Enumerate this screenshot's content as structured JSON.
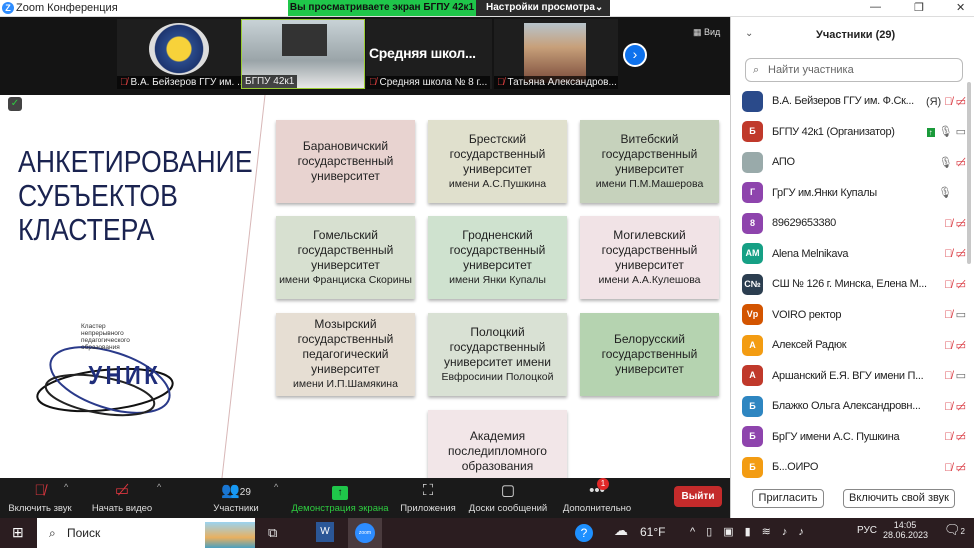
{
  "app": {
    "title": "Zoom Конференция",
    "logo": "Z",
    "viewing_banner": "Вы просматриваете экран БГПУ 42к1",
    "view_settings": "Настройки просмотра",
    "view_label": "Вид"
  },
  "tiles": [
    {
      "name": "В.А. Бейзеров ГГУ им. ..."
    },
    {
      "name": "БГПУ 42к1"
    },
    {
      "name": "Средняя школа № 8 г...",
      "big": "Средняя  школ..."
    },
    {
      "name": "Татьяна Александров..."
    }
  ],
  "slide": {
    "title_lines": [
      "АНКЕТИРОВАНИЕ",
      "СУБЪЕКТОВ",
      "КЛАСТЕРА"
    ],
    "logo_small": [
      "Кластер",
      "непрерывного",
      "педагогического",
      "образования"
    ],
    "logo_word": "УНИК",
    "cards": [
      {
        "lines": [
          "Барановичский",
          "государственный",
          "университет"
        ],
        "sub": "",
        "color": "#e8d3d0"
      },
      {
        "lines": [
          "Брестский",
          "государственный",
          "университет"
        ],
        "sub": "имени А.С.Пушкина",
        "color": "#e0e0cd"
      },
      {
        "lines": [
          "Витебский",
          "государственный",
          "университет"
        ],
        "sub": "имени П.М.Машерова",
        "color": "#c6d2bc"
      },
      {
        "lines": [
          "Гомельский",
          "государственный",
          "университет"
        ],
        "sub": "имени Франциска Скорины",
        "color": "#d7e0d0"
      },
      {
        "lines": [
          "Гродненский",
          "государственный",
          "университет"
        ],
        "sub": "имени Янки Купалы",
        "color": "#cfe2cf"
      },
      {
        "lines": [
          "Могилевский",
          "государственный",
          "университет"
        ],
        "sub": "имени А.А.Кулешова",
        "color": "#f1e3e6"
      },
      {
        "lines": [
          "Мозырский",
          "государственный",
          "педагогический",
          "университет"
        ],
        "sub": "имени И.П.Шамякина",
        "color": "#e6ded3"
      },
      {
        "lines": [
          "Полоцкий",
          "государственный",
          "университет имени"
        ],
        "sub": "Евфросинии Полоцкой",
        "color": "#d9e1d4"
      },
      {
        "lines": [
          "Белорусский",
          "государственный",
          "университет"
        ],
        "sub": "",
        "color": "#b5d3b0"
      },
      {
        "lines": [
          "Академия",
          "последипломного",
          "образования"
        ],
        "sub": "",
        "color": "#f2e6e8"
      }
    ]
  },
  "toolbar": {
    "mute": "Включить звук",
    "video": "Начать видео",
    "participants": "Участники",
    "participants_count": "29",
    "share": "Демонстрация экрана",
    "apps": "Приложения",
    "whiteboards": "Доски сообщений",
    "more": "Дополнительно",
    "more_badge": "1",
    "leave": "Выйти"
  },
  "panel": {
    "title": "Участники (29)",
    "search_placeholder": "Найти участника",
    "invite": "Пригласить",
    "unmute_self": "Включить свой звук",
    "participants": [
      {
        "initials": "",
        "name": "В.А. Бейзеров ГГУ им. Ф.Ск...",
        "tag": "(Я)",
        "color": "#2a4a8a",
        "mic": "off",
        "cam": "off"
      },
      {
        "initials": "Б",
        "name": "БГПУ 42к1 (Организатор)",
        "tag": "",
        "color": "#c0392b",
        "mic": "on",
        "cam": "on",
        "sharing": true
      },
      {
        "initials": "",
        "name": "АПО",
        "tag": "",
        "color": "#9aa",
        "mic": "on",
        "cam": "off"
      },
      {
        "initials": "Г",
        "name": "ГрГУ им.Янки Купалы",
        "tag": "",
        "color": "#8e44ad",
        "mic": "on",
        "cam": "none"
      },
      {
        "initials": "8",
        "name": "89629653380",
        "tag": "",
        "color": "#8e44ad",
        "mic": "off",
        "cam": "off"
      },
      {
        "initials": "AM",
        "name": "Alena Melnikava",
        "tag": "",
        "color": "#16a085",
        "mic": "off",
        "cam": "off"
      },
      {
        "initials": "C№",
        "name": "СШ № 126 г. Минска, Елена М...",
        "tag": "",
        "color": "#2c3e50",
        "mic": "off",
        "cam": "off"
      },
      {
        "initials": "Vp",
        "name": "VOIRO ректор",
        "tag": "",
        "color": "#d35400",
        "mic": "off",
        "cam": "on"
      },
      {
        "initials": "А",
        "name": "Алексей Радюк",
        "tag": "",
        "color": "#f39c12",
        "mic": "off",
        "cam": "off"
      },
      {
        "initials": "А",
        "name": "Аршанский Е.Я. ВГУ имени П...",
        "tag": "",
        "color": "#c0392b",
        "mic": "off",
        "cam": "on"
      },
      {
        "initials": "Б",
        "name": "Блажко Ольга Александровн...",
        "tag": "",
        "color": "#2e86c1",
        "mic": "off",
        "cam": "off"
      },
      {
        "initials": "Б",
        "name": "БрГУ имени А.С. Пушкина",
        "tag": "",
        "color": "#8e44ad",
        "mic": "off",
        "cam": "off"
      },
      {
        "initials": "Б",
        "name": "Б...ОИРО",
        "tag": "",
        "color": "#f39c12",
        "mic": "off",
        "cam": "off"
      }
    ]
  },
  "taskbar": {
    "search": "Поиск",
    "weather": "61°F",
    "lang": "РУС",
    "time": "14:05",
    "date": "28.06.2023",
    "notif_count": "2"
  }
}
